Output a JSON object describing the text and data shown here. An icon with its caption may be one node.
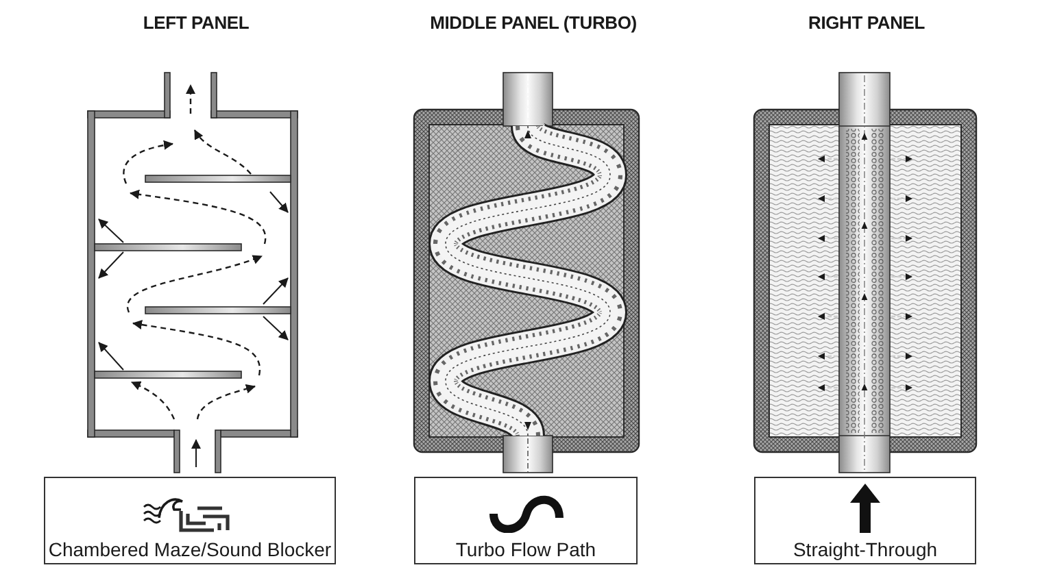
{
  "diagram": {
    "nodes": [
      {
        "text": [
          "Chambered Maze/Sound Blocker"
        ]
      },
      {
        "text": [
          "Turbo Flow Path"
        ]
      },
      {
        "text": [
          "Straight-Through"
        ]
      }
    ],
    "labels": [
      "LEFT PANEL",
      "MIDDLE PANEL (TURBO)",
      "RIGHT PANEL"
    ]
  }
}
